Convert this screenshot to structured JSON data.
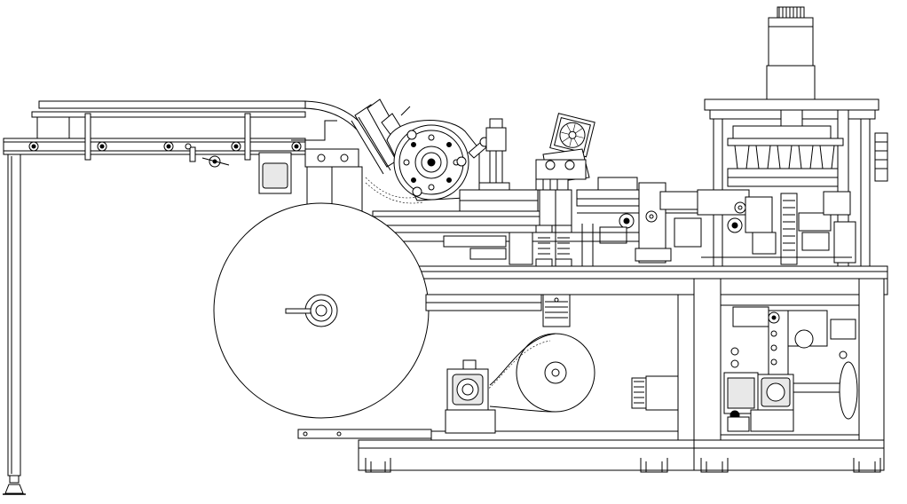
{
  "drawing": {
    "kind": "mechanical line drawing",
    "colors": {
      "line": "#000000",
      "background": "#ffffff"
    },
    "components": [
      "input-conveyor",
      "support-leg",
      "paper-roll",
      "roll-shaft",
      "feed-guide-chute",
      "indexing-turret",
      "cylinder-unit",
      "cooling-fan-unit",
      "spring-columns",
      "gear-motor",
      "drive-pulley",
      "servo-motor",
      "top-motor",
      "forming-station",
      "cam-lever-drive",
      "main-frame",
      "base-frame"
    ]
  }
}
